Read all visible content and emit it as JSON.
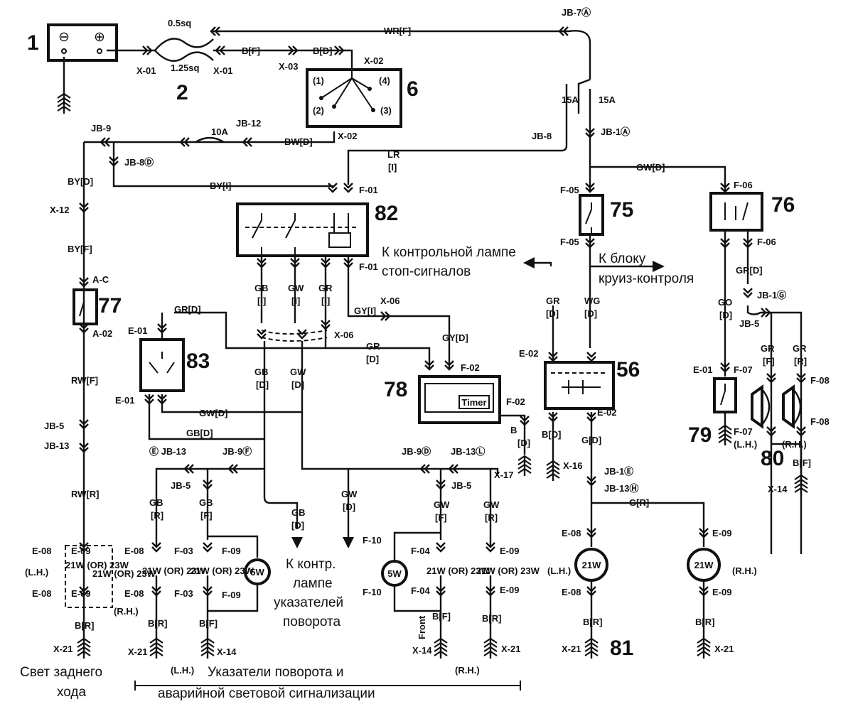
{
  "component_numbers": {
    "n1": "1",
    "n2": "2",
    "n6": "6",
    "n56": "56",
    "n75": "75",
    "n76": "76",
    "n77": "77",
    "n78": "78",
    "n79": "79",
    "n80": "80",
    "n81": "81",
    "n82": "82",
    "n83": "83"
  },
  "battery": {
    "minus": "⊖",
    "plus": "⊕"
  },
  "fuse_link": {
    "top": "0.5sq",
    "bottom": "1.25sq"
  },
  "switch6": {
    "p1": "(1)",
    "p2": "(2)",
    "p3": "(3)",
    "p4": "(4)"
  },
  "fuses": {
    "f10a": "10A",
    "f15a_left": "15A",
    "f15a_right": "15A"
  },
  "lamp78": {
    "timer": "Timer"
  },
  "bulbs": {
    "b21w_lh": "21W",
    "b21w_rh": "21W",
    "b5w_a": "5W",
    "b5w_b": "5W",
    "dual_a": "21W (OR) 23W",
    "dual_b": "21W (OR) 23W",
    "dual_c": "21W (OR) 23W",
    "dual_d": "21W (OR) 23W",
    "dual_e": "21W (OR) 23W",
    "dual_f": "21W (OR) 23W"
  },
  "wires": {
    "wr_f": "WR[F]",
    "b_f": "B[F]",
    "b_d": "B[D]",
    "bw_d": "BW[D]",
    "lr": "LR",
    "lr_i": "[I]",
    "by_i": "BY[I]",
    "by_d": "BY[D]",
    "by_f": "BY[F]",
    "rw_f": "RW[F]",
    "rw_r": "RW[R]",
    "gr_d_83": "GR[D]",
    "gb": "GB",
    "gw": "GW",
    "gr": "GR",
    "i1": "[I]",
    "i2": "[I]",
    "i3": "[I]",
    "gy_i": "GY[I]",
    "gy_d": "GY[D]",
    "gr_d_mid": "GR",
    "gr_d_mid2": "[D]",
    "gb_d": "GB",
    "gb_d2": "[D]",
    "gw_d": "GW",
    "gw_d2": "[D]",
    "gw_d_h": "GW[D]",
    "gb_d_h": "GB[D]",
    "gb_r": "GB",
    "gb_r2": "[R]",
    "gb_f": "GB",
    "gb_f2": "[F]",
    "gb_d_arrow": "GB",
    "gb_d_arrow2": "[D]",
    "gw_d_arrow": "GW",
    "gw_d_arrow2": "[D]",
    "gw_f": "GW",
    "gw_f2": "[F]",
    "gw_r": "GW",
    "gw_r2": "[R]",
    "b_r_1": "B[R]",
    "b_r_2": "B[R]",
    "b_f_3": "B[F]",
    "b_f_4": "B[F]",
    "b_r_5": "B[R]",
    "b_d_78": "B",
    "b_d_782": "[D]",
    "gw_d_top": "GW[D]",
    "gr_75": "GR",
    "gr_752": "[D]",
    "wg_75": "WG",
    "wg_752": "[D]",
    "b_d_56": "B[D]",
    "g_d_56": "G[D]",
    "g_r": "G[R]",
    "b_r_81l": "B[R]",
    "b_r_81r": "B[R]",
    "gr_d_76": "GR[D]",
    "go_d": "GO",
    "go_d2": "[D]",
    "gr_f_l": "GR",
    "gr_f_l2": "[F]",
    "gr_r": "GR",
    "gr_r2": "[R]",
    "b_f_80": "B[F]"
  },
  "connectors": {
    "x01a": "X-01",
    "x01b": "X-01",
    "x02a": "X-02",
    "x02b": "X-02",
    "x03": "X-03",
    "x06a": "X-06",
    "x06b": "X-06",
    "x12": "X-12",
    "x14a": "X-14",
    "x14b": "X-14",
    "x14c": "X-14",
    "x16": "X-16",
    "x17": "X-17",
    "x21a": "X-21",
    "x21b": "X-21",
    "x21c": "X-21",
    "x21d": "X-21",
    "x21e": "X-21",
    "jb7": "JB-7Ⓐ",
    "jb9_top": "JB-9",
    "jb12": "JB-12",
    "jb8_left": "JB-8Ⓓ",
    "jb8_right": "JB-8",
    "jb1_top": "JB-1Ⓐ",
    "jb5_left": "JB-5",
    "jb13_left": "JB-13",
    "jb13_e": "Ⓔ JB-13",
    "jb9_f": "JB-9Ⓕ",
    "jb5_e": "JB-5",
    "jb9_d": "JB-9Ⓓ",
    "jb13_l": "JB-13Ⓛ",
    "jb5_a": "JB-5",
    "jb1_e": "JB-1Ⓔ",
    "jb13_h": "JB-13Ⓗ",
    "jb1_g": "JB-1Ⓖ",
    "jb5_k": "JB-5",
    "ac": "A-C",
    "a02": "A-02",
    "e01a": "E-01",
    "e01b": "E-01",
    "e01c": "E-01",
    "e02a": "E-02",
    "e02b": "E-02",
    "e08a": "E-08",
    "e08b": "E-08",
    "e08c": "E-08",
    "e08d": "E-08",
    "e08e": "E-08",
    "e08f": "E-08",
    "e09a": "E-09",
    "e09b": "E-09",
    "e09c": "E-09",
    "e09d": "E-09",
    "e09e": "E-09",
    "e09f": "E-09",
    "f01a": "F-01",
    "f01b": "F-01",
    "f02a": "F-02",
    "f02b": "F-02",
    "f03a": "F-03",
    "f03b": "F-03",
    "f04a": "F-04",
    "f04b": "F-04",
    "f05a": "F-05",
    "f05b": "F-05",
    "f06a": "F-06",
    "f06b": "F-06",
    "f07a": "F-07",
    "f07b": "F-07",
    "f08a": "F-08",
    "f08b": "F-08",
    "f09a": "F-09",
    "f09b": "F-09",
    "f10a": "F-10",
    "f10b": "F-10"
  },
  "sides": {
    "lh1": "(L.H.)",
    "lh2": "(L.H.)",
    "lh3": "(L.H.)",
    "lh4": "(L.H.)",
    "rh1": "(R.H.)",
    "rh2": "(R.H.)",
    "rh3": "(R.H.)",
    "rh4": "(R.H.)",
    "front": "Front"
  },
  "captions": {
    "stop_lamp_1": "К контрольной лампе",
    "stop_lamp_2": "стоп-сигналов",
    "cruise_1": "К блоку",
    "cruise_2": "круиз-контроля",
    "turn_lamp_1": "К контр.",
    "turn_lamp_2": "лампе",
    "turn_lamp_3": "указателей",
    "turn_lamp_4": "поворота",
    "reverse_1": "Свет заднего",
    "reverse_2": "хода",
    "hazard_1": "Указатели поворота и",
    "hazard_2": "аварийной световой сигнализации"
  }
}
